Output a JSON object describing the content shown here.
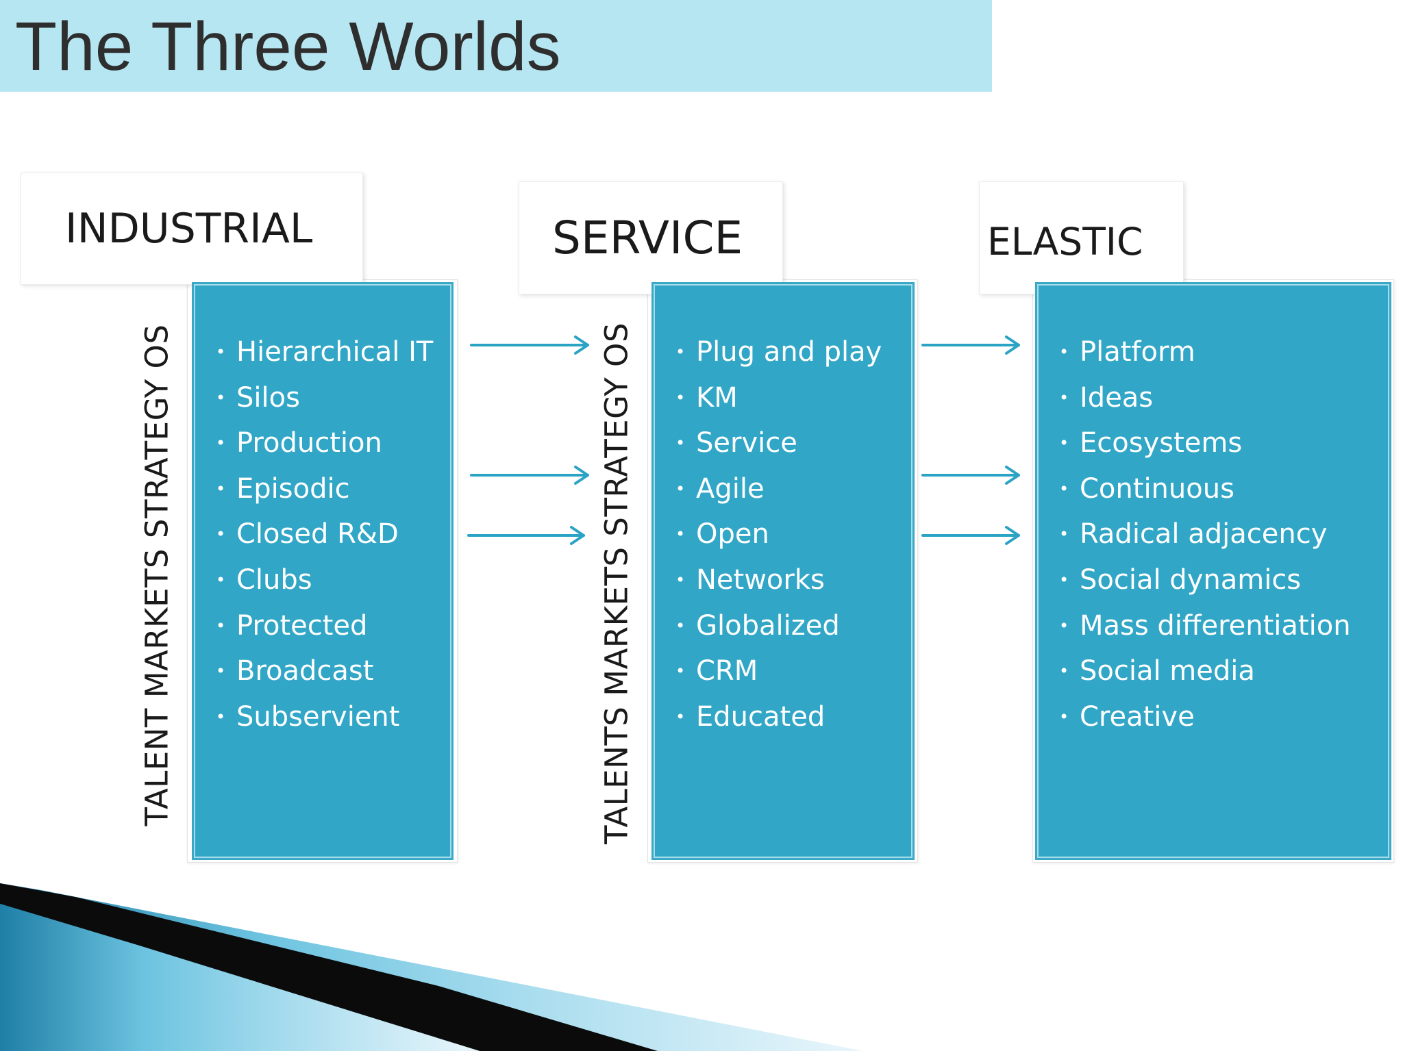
{
  "title": "The Three Worlds",
  "colors": {
    "title_band": "#b6e6f2",
    "column_fill": "#31a6c7",
    "arrow": "#2ba3c4"
  },
  "columns": [
    {
      "heading": "INDUSTRIAL",
      "side_label": "TALENT MARKETS STRATEGY OS",
      "items": [
        "Hierarchical IT",
        "Silos",
        "Production",
        "Episodic",
        "Closed R&D",
        "Clubs",
        "Protected",
        "Broadcast",
        "Subservient"
      ]
    },
    {
      "heading": "SERVICE",
      "side_label": "TALENTS MARKETS STRATEGY OS",
      "items": [
        "Plug and play",
        "KM",
        "Service",
        "Agile",
        "Open",
        "Networks",
        "Globalized",
        "CRM",
        "Educated"
      ]
    },
    {
      "heading": "ELASTIC",
      "side_label": "",
      "items": [
        "Platform",
        "Ideas",
        "Ecosystems",
        "Continuous",
        "Radical adjacency",
        "Social dynamics",
        "Mass differentiation",
        "Social media",
        "Creative"
      ]
    }
  ],
  "bullet": "•",
  "arrows": [
    {
      "from": "industrial",
      "to": "service",
      "item": 1
    },
    {
      "from": "industrial",
      "to": "service",
      "item": 4
    },
    {
      "from": "industrial",
      "to": "service",
      "item": 5
    },
    {
      "from": "service",
      "to": "elastic",
      "item": 1
    },
    {
      "from": "service",
      "to": "elastic",
      "item": 4
    },
    {
      "from": "service",
      "to": "elastic",
      "item": 5
    }
  ]
}
